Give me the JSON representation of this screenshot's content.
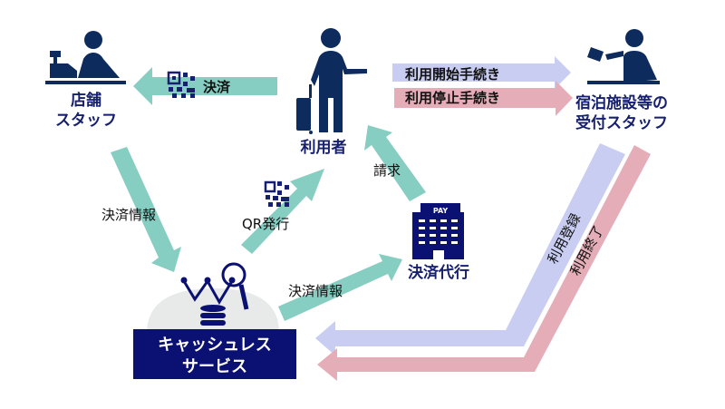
{
  "actors": {
    "store_staff": {
      "line1": "店舗",
      "line2": "スタッフ"
    },
    "user": {
      "label": "利用者"
    },
    "hotel_staff": {
      "line1": "宿泊施設等の",
      "line2": "受付スタッフ"
    },
    "payment_agent": {
      "label": "決済代行",
      "sign": "PAY"
    },
    "cashless_service": {
      "line1": "キャッシュレス",
      "line2": "サービス"
    }
  },
  "flows": {
    "payment": "決済",
    "start_procedure": "利用開始手続き",
    "stop_procedure": "利用停止手続き",
    "payment_info_left": "決済情報",
    "qr_issue": "QR発行",
    "billing": "請求",
    "payment_info_right": "決済情報",
    "registration": "利用登録",
    "termination": "利用終了"
  },
  "colors": {
    "teal": "#86cdc2",
    "blue": "#c9cdf2",
    "pink": "#e5adb8",
    "navy": "#0a1172",
    "icon": "#0d2b5c"
  }
}
